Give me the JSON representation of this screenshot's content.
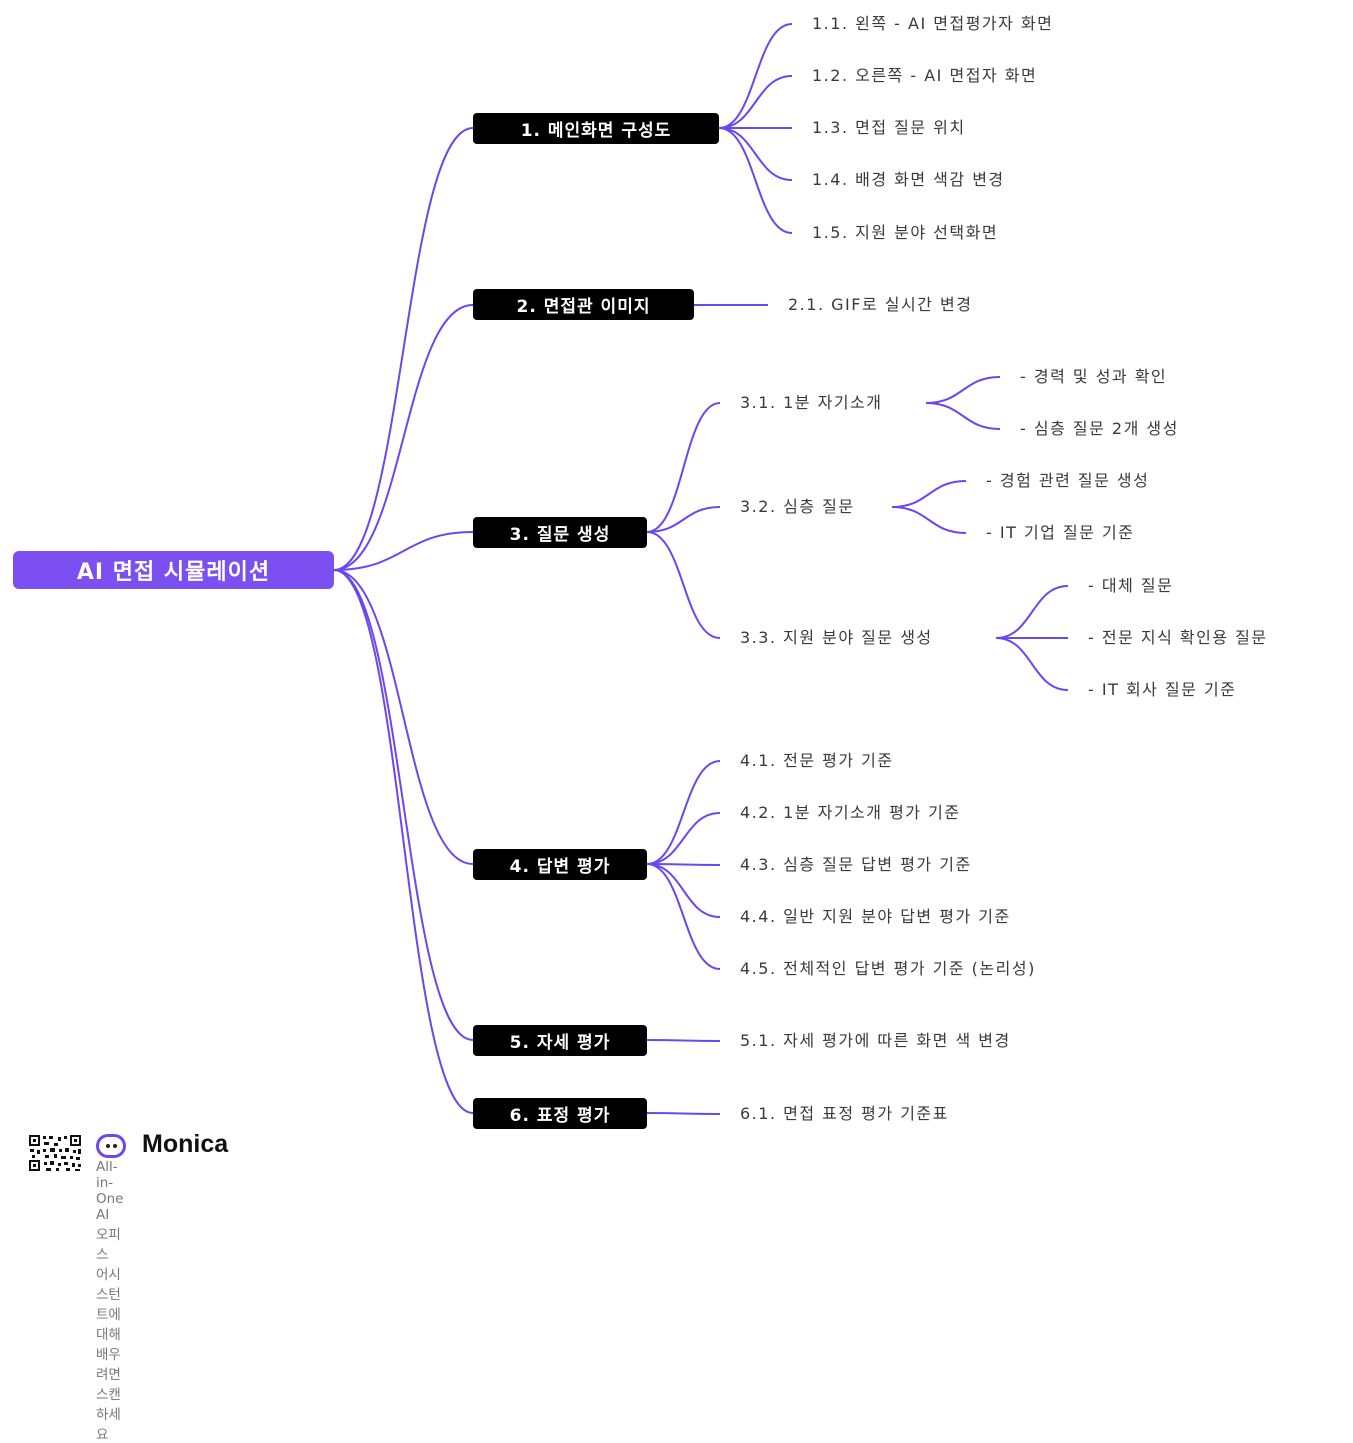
{
  "colors": {
    "root": "#7b4ff0",
    "edge": "#6a48f0",
    "category": "#000000",
    "leaf_text": "#3a3a3a"
  },
  "mindmap": {
    "root": {
      "label": "AI 면접 시뮬레이션"
    },
    "categories": [
      {
        "label": "1. 메인화면 구성도",
        "children": [
          {
            "label": "1.1. 왼쪽 - AI 면접평가자 화면"
          },
          {
            "label": "1.2. 오른쪽 - AI 면접자 화면"
          },
          {
            "label": "1.3. 면접 질문 위치"
          },
          {
            "label": "1.4. 배경 화면 색감 변경"
          },
          {
            "label": "1.5. 지원 분야 선택화면"
          }
        ]
      },
      {
        "label": "2. 면접관 이미지",
        "children": [
          {
            "label": "2.1. GIF로 실시간 변경"
          }
        ]
      },
      {
        "label": "3. 질문 생성",
        "children": [
          {
            "label": "3.1. 1분 자기소개",
            "children": [
              {
                "label": "- 경력 및 성과 확인"
              },
              {
                "label": "- 심층 질문 2개 생성"
              }
            ]
          },
          {
            "label": "3.2. 심층 질문",
            "children": [
              {
                "label": "- 경험 관련 질문 생성"
              },
              {
                "label": "- IT 기업 질문 기준"
              }
            ]
          },
          {
            "label": "3.3. 지원 분야 질문 생성",
            "children": [
              {
                "label": "- 대체 질문"
              },
              {
                "label": "- 전문 지식 확인용 질문"
              },
              {
                "label": "- IT 회사 질문 기준"
              }
            ]
          }
        ]
      },
      {
        "label": "4. 답변 평가",
        "children": [
          {
            "label": "4.1. 전문 평가 기준"
          },
          {
            "label": "4.2. 1분 자기소개 평가 기준"
          },
          {
            "label": "4.3. 심층 질문 답변 평가 기준"
          },
          {
            "label": "4.4. 일반 지원 분야 답변 평가 기준"
          },
          {
            "label": "4.5. 전체적인 답변 평가 기준 (논리성)"
          }
        ]
      },
      {
        "label": "5. 자세 평가",
        "children": [
          {
            "label": "5.1. 자세 평가에 따른 화면 색 변경"
          }
        ]
      },
      {
        "label": "6. 표정 평가",
        "children": [
          {
            "label": "6.1. 면접 표정 평가 기준표"
          }
        ]
      }
    ]
  },
  "footer": {
    "brand": "Monica",
    "tagline": "All-in-One AI 오피스 어시스턴트에 대해 배우려면 스캔하세요",
    "qr_icon": "qr-code-icon",
    "logo_icon": "monica-logo-icon"
  }
}
